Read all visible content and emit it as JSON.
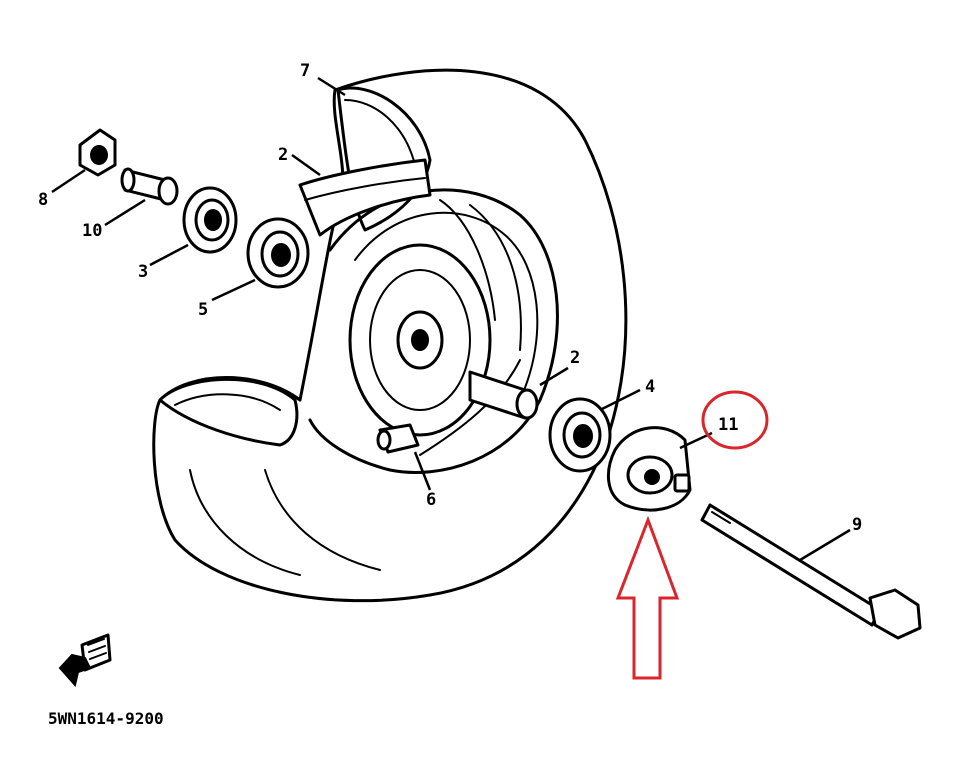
{
  "diagram": {
    "reference_code": "5WN1614-9200",
    "highlight_color": "#d9262c",
    "callouts": {
      "tire": "7",
      "rim_band_upper": "2",
      "rim_band_hub": "2",
      "nut": "8",
      "spacer": "10",
      "bearing_left": "3",
      "bearing_inner": "5",
      "bearing_right": "4",
      "valve": "6",
      "speedometer_gear": "11",
      "axle": "9"
    },
    "icons": {
      "front_arrow": "front-direction-arrow-icon",
      "highlight_arrow": "up-arrow-icon"
    }
  }
}
